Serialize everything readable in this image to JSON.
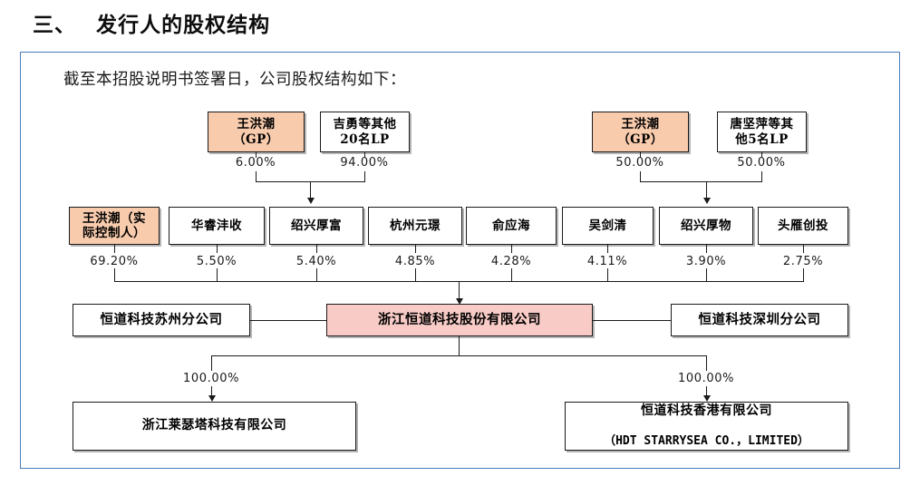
{
  "heading": "三、   发行人的股权结构",
  "intro": "截至本招股说明书签署日，公司股权结构如下：",
  "colors": {
    "frame_border": "#4a7ebb",
    "highlight_peach": "#f8cbad",
    "issuer_pink": "#f8cbc6",
    "box_border": "#1a1a1a"
  },
  "partnership_left": {
    "gp": {
      "label": "王洪潮\n（GP）",
      "pct": "6.00%"
    },
    "lp": {
      "label": "吉勇等其他\n20名LP",
      "pct": "94.00%"
    },
    "target": "绍兴厚富"
  },
  "partnership_right": {
    "gp": {
      "label": "王洪潮\n（GP）",
      "pct": "50.00%"
    },
    "lp": {
      "label": "唐坚萍等其\n他5名LP",
      "pct": "50.00%"
    },
    "target": "绍兴厚物"
  },
  "shareholders": [
    {
      "label": "王洪潮（实\n际控制人）",
      "pct": "69.20%",
      "highlight": true
    },
    {
      "label": "华睿沣收",
      "pct": "5.50%",
      "highlight": false
    },
    {
      "label": "绍兴厚富",
      "pct": "5.40%",
      "highlight": false
    },
    {
      "label": "杭州元璟",
      "pct": "4.85%",
      "highlight": false
    },
    {
      "label": "俞应海",
      "pct": "4.28%",
      "highlight": false
    },
    {
      "label": "吴剑清",
      "pct": "4.11%",
      "highlight": false
    },
    {
      "label": "绍兴厚物",
      "pct": "3.90%",
      "highlight": false
    },
    {
      "label": "头雁创投",
      "pct": "2.75%",
      "highlight": false
    }
  ],
  "issuer": {
    "label": "浙江恒道科技股份有限公司"
  },
  "branches": {
    "left": {
      "label": "恒道科技苏州分公司"
    },
    "right": {
      "label": "恒道科技深圳分公司"
    }
  },
  "subsidiaries": [
    {
      "label_cn": "浙江莱瑟塔科技有限公司",
      "label_en": "",
      "pct": "100.00%"
    },
    {
      "label_cn": "恒道科技香港有限公司",
      "label_en": "（HDT STARRYSEA CO.，LIMITED）",
      "pct": "100.00%"
    }
  ]
}
